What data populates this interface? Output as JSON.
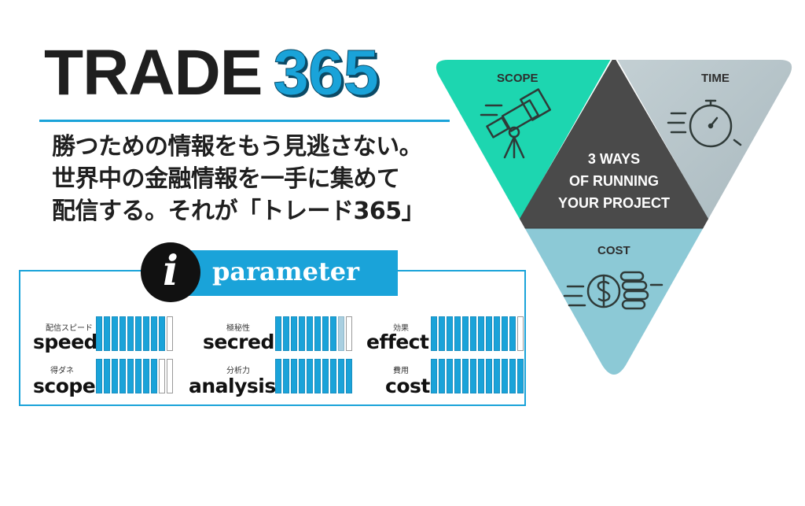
{
  "title": {
    "main": "TRADE",
    "number": "365"
  },
  "tagline": [
    "勝つための情報をもう見逃さない。",
    "世界中の金融情報を一手に集めて",
    "配信する。それが「トレード365」"
  ],
  "parameter_panel": {
    "badge_letter": "i",
    "banner_label": "parameter",
    "metrics": [
      {
        "jp": "配信スピード",
        "en": "speed",
        "filled": 9,
        "half": 0,
        "total": 10
      },
      {
        "jp": "極秘性",
        "en": "secred",
        "filled": 8,
        "half": 1,
        "total": 10
      },
      {
        "jp": "効果",
        "en": "effect",
        "filled": 11,
        "half": 0,
        "total": 12
      },
      {
        "jp": "得ダネ",
        "en": "scope",
        "filled": 8,
        "half": 0,
        "total": 10
      },
      {
        "jp": "分析力",
        "en": "analysis",
        "filled": 10,
        "half": 0,
        "total": 10
      },
      {
        "jp": "費用",
        "en": "cost",
        "filled": 12,
        "half": 0,
        "total": 12
      }
    ]
  },
  "diagram": {
    "scope_label": "SCOPE",
    "time_label": "TIME",
    "cost_label": "COST",
    "center_lines": [
      "3 WAYS",
      "OF RUNNING",
      "YOUR PROJECT"
    ],
    "colors": {
      "scope": "#1dd6b0",
      "time": "#b4c3c8",
      "cost": "#8cc9d6",
      "center": "#4a4a4a"
    },
    "icons": {
      "scope": "telescope-icon",
      "time": "stopwatch-icon",
      "cost": "dollar-coins-icon"
    }
  }
}
